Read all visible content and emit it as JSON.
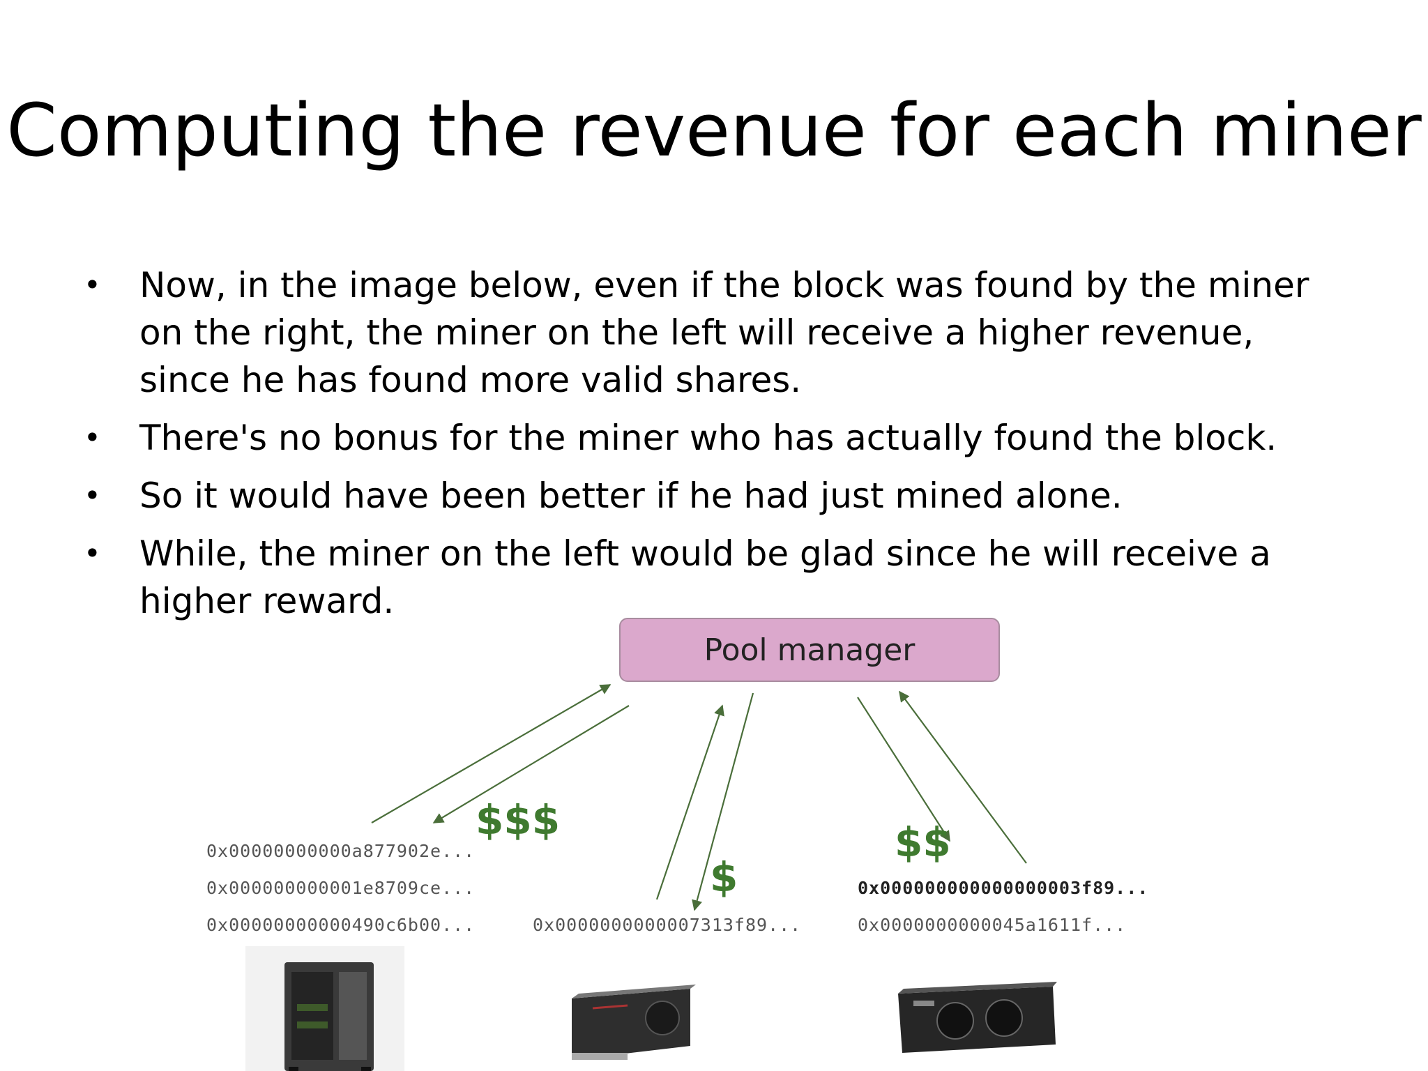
{
  "slide": {
    "title": "Computing the revenue for each miner",
    "bullets": [
      "Now, in the image below, even if the block was found by the miner on the right, the miner on the left will receive a higher revenue, since he has found more valid shares.",
      "There's no bonus for the miner who has actually found the block.",
      "So it would have been better if he had just mined alone.",
      "While, the miner on the left would be glad since he will receive a higher reward."
    ],
    "bullet_symbol": "•"
  },
  "figure": {
    "pool_manager_label": "Pool manager",
    "rewards": {
      "left": "$$$",
      "middle": "$",
      "right": "$$"
    },
    "hashes": {
      "left": [
        "0x00000000000a877902e...",
        "0x000000000001e8709ce...",
        "0x00000000000490c6b00..."
      ],
      "middle": [
        "0x0000000000007313f89..."
      ],
      "right": [
        "0x000000000000000003f89...",
        "0x0000000000045a1611f..."
      ]
    },
    "hardware_icons": [
      "mining-rig-case-icon",
      "graphics-card-icon",
      "asic-miner-icon"
    ],
    "colors": {
      "pool_box": "#dba8cc",
      "arrow": "#4a6e3a",
      "dollar": "#3f7a2f"
    }
  }
}
